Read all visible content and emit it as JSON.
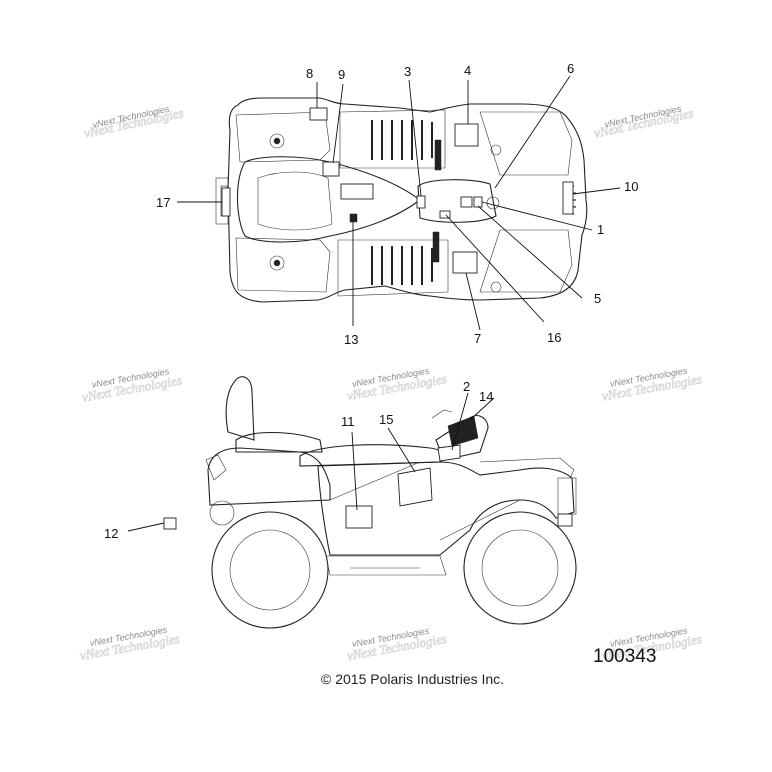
{
  "diagram": {
    "callouts": {
      "c1": "1",
      "c2": "2",
      "c3": "3",
      "c4": "4",
      "c5": "5",
      "c6": "6",
      "c7": "7",
      "c8": "8",
      "c9": "9",
      "c10": "10",
      "c11": "11",
      "c12": "12",
      "c13": "13",
      "c14": "14",
      "c15": "15",
      "c16": "16",
      "c17": "17"
    },
    "watermark": "vNext Technologies",
    "part_number": "100343",
    "copyright": "© 2015  Polaris Industries Inc."
  }
}
